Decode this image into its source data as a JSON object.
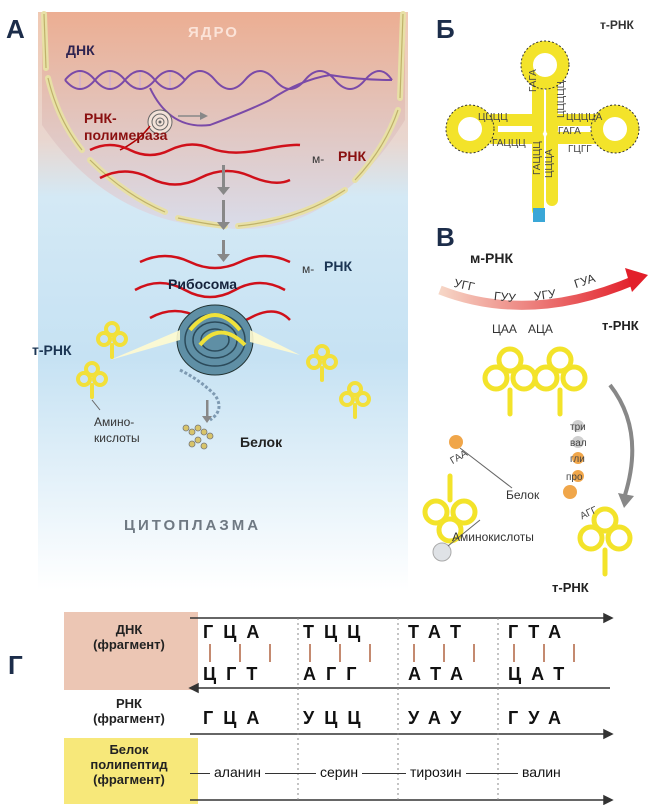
{
  "panel_a": {
    "letter": "А",
    "nucleus": "ЯДРО",
    "dna": "ДНК",
    "rna_polymerase": "РНК-\nполимераза",
    "mrna_prefix": "м-",
    "mrna": "РНК",
    "ribosome": "Рибосома",
    "trna": "т-РНК",
    "amino_acids": "Амино-\nкислоты",
    "protein": "Белок",
    "cytoplasm": "ЦИТОПЛАЗМА"
  },
  "panel_b": {
    "letter": "Б",
    "trna": "т-РНК",
    "codes": [
      "ГАГА",
      "ЦЦЦЦЦ",
      "ЦЦЦЦ",
      "ГАЦЦЦ",
      "ГАГА",
      "ЦЦЦЦА",
      "ГЦГГ",
      "ГАЦЦЦ",
      "ЦЦЦА"
    ]
  },
  "panel_v": {
    "letter": "В",
    "mrna": "м-РНК",
    "codons": [
      "УГГ",
      "ГУУ",
      "УГУ",
      "ГУА"
    ],
    "anticodon_1": "ЦАА",
    "anticodon_2": "АЦА",
    "trna_top": "т-РНК",
    "anticodon_3": "ГАА",
    "anticodon_4": "АГГ",
    "protein": "Белок",
    "amino_acids": "Аминокислоты",
    "trna_bottom": "т-РНК",
    "aa_names": [
      "три",
      "вал",
      "гли",
      "про"
    ]
  },
  "panel_g": {
    "letter": "Г",
    "dna_label": "ДНК\n(фрагмент)",
    "rna_label": "РНК\n(фрагмент)",
    "protein_label": "Белок\nполипептид\n(фрагмент)",
    "dna_top": [
      "ГЦА",
      "ТЦЦ",
      "ТАТ",
      "ГТА"
    ],
    "dna_bottom": [
      "ЦГТ",
      "АГГ",
      "АТА",
      "ЦАТ"
    ],
    "rna": [
      "ГЦА",
      "УЦЦ",
      "УАУ",
      "ГУА"
    ],
    "protein": [
      "аланин",
      "серин",
      "тирозин",
      "валин"
    ]
  }
}
